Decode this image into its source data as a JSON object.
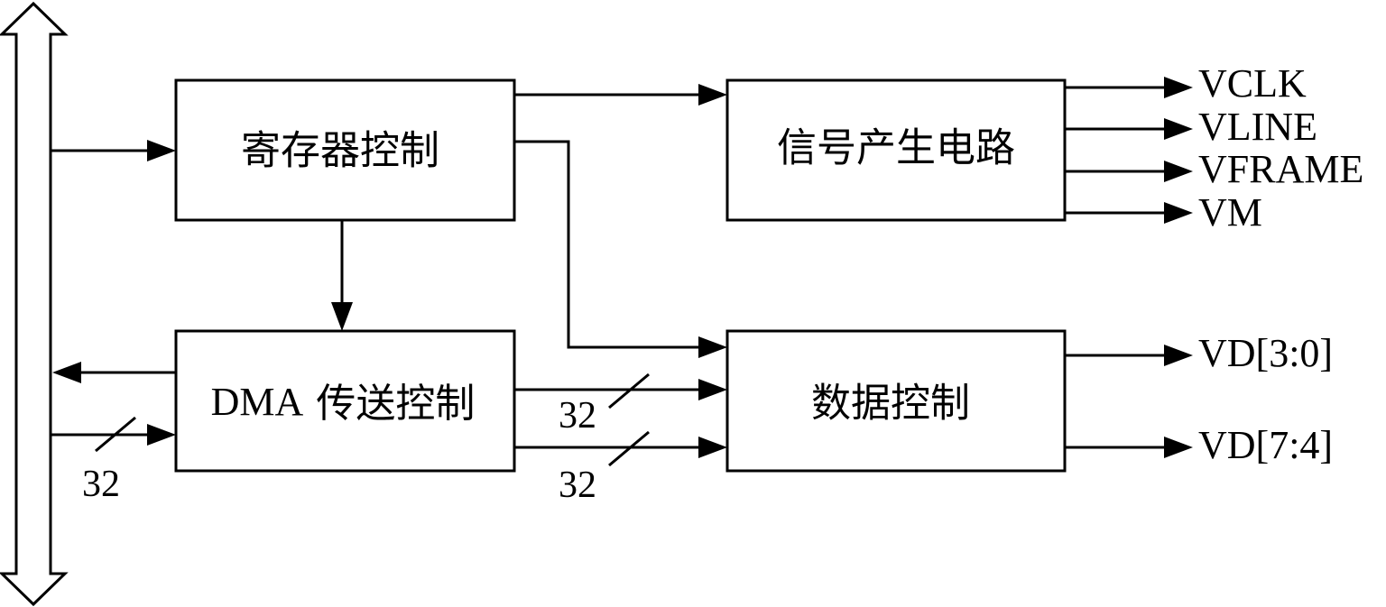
{
  "blocks": {
    "register_control": "寄存器控制",
    "signal_generator": "信号产生电路",
    "dma_prefix": "DMA",
    "dma_suffix": "传送控制",
    "data_control": "数据控制"
  },
  "signals": {
    "vclk": "VCLK",
    "vline": "VLINE",
    "vframe": "VFRAME",
    "vm": "VM",
    "vd_low": "VD[3:0]",
    "vd_high": "VD[7:4]"
  },
  "bus_widths": {
    "bus_to_dma": "32",
    "dma_to_data_upper": "32",
    "dma_to_data_lower": "32"
  }
}
